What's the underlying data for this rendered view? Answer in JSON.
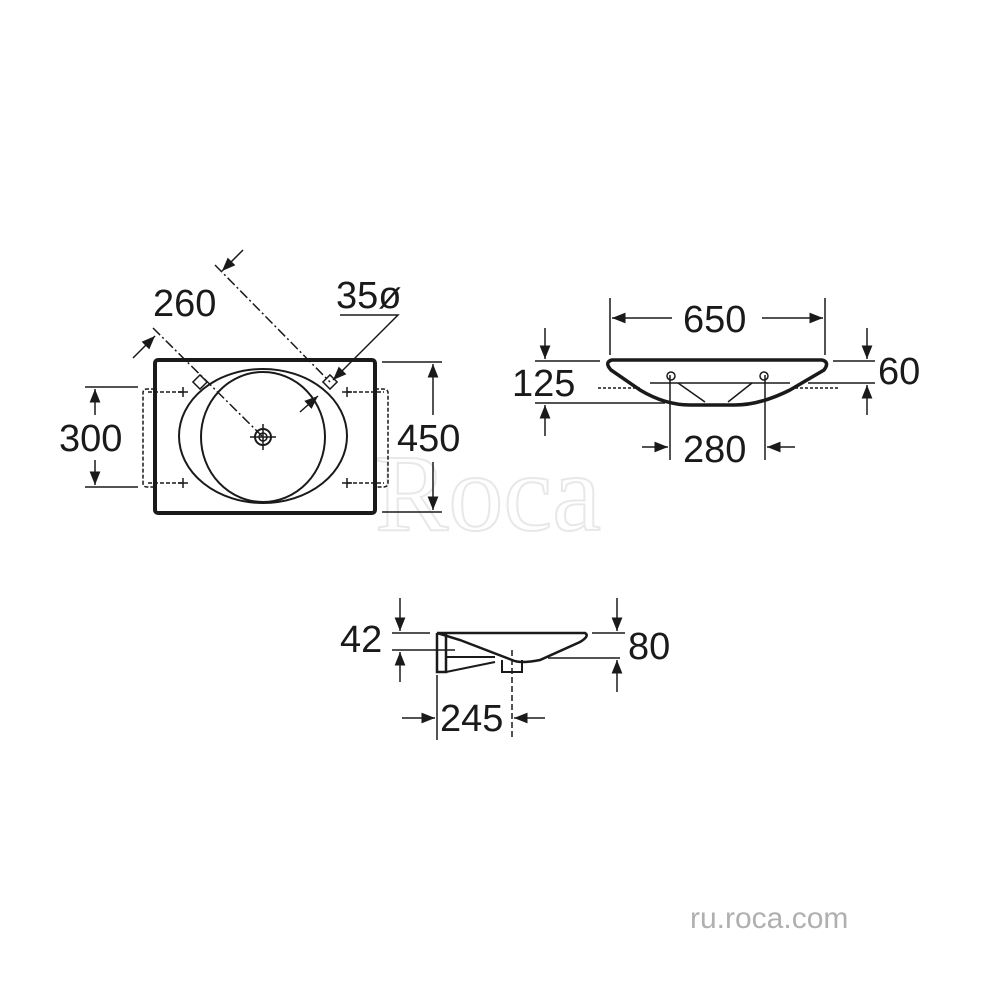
{
  "watermark": "Roca",
  "top_view": {
    "dim_width_diag": "260",
    "dim_hole": "35ø",
    "dim_fixing": "300",
    "dim_depth": "450"
  },
  "front_view": {
    "dim_width": "650",
    "dim_height": "125",
    "dim_rim": "60",
    "dim_taps": "280"
  },
  "side_view": {
    "dim_overflow": "42",
    "dim_depth": "80",
    "dim_drain": "245"
  },
  "footer": {
    "url": "ru.roca.com"
  },
  "colors": {
    "line": "#1a1a1a",
    "watermark": "#e8e8e8",
    "url": "#b0b0b0"
  }
}
